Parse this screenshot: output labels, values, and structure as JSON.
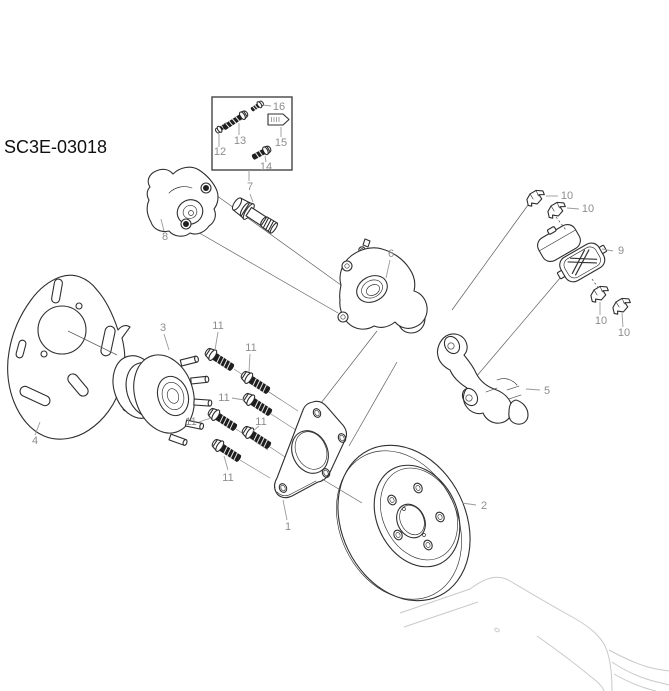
{
  "figure": {
    "code": "SC3E-03018"
  },
  "callouts": {
    "c1": "1",
    "c2": "2",
    "c3": "3",
    "c4": "4",
    "c5": "5",
    "c6": "6",
    "c7": "7",
    "c8": "8",
    "c9": "9",
    "c10": "10",
    "c11": "11",
    "c12": "12",
    "c13": "13",
    "c14": "14",
    "c15": "15",
    "c16": "16"
  },
  "colors": {
    "ink": "#2f2f2f",
    "label": "#8d8d8d",
    "leader": "#9a9a9a",
    "axis": "#5f5f5f",
    "thread": "#1f1f1f",
    "car": "#c9c9c9",
    "code_color": "#101010",
    "background": "#ffffff"
  }
}
